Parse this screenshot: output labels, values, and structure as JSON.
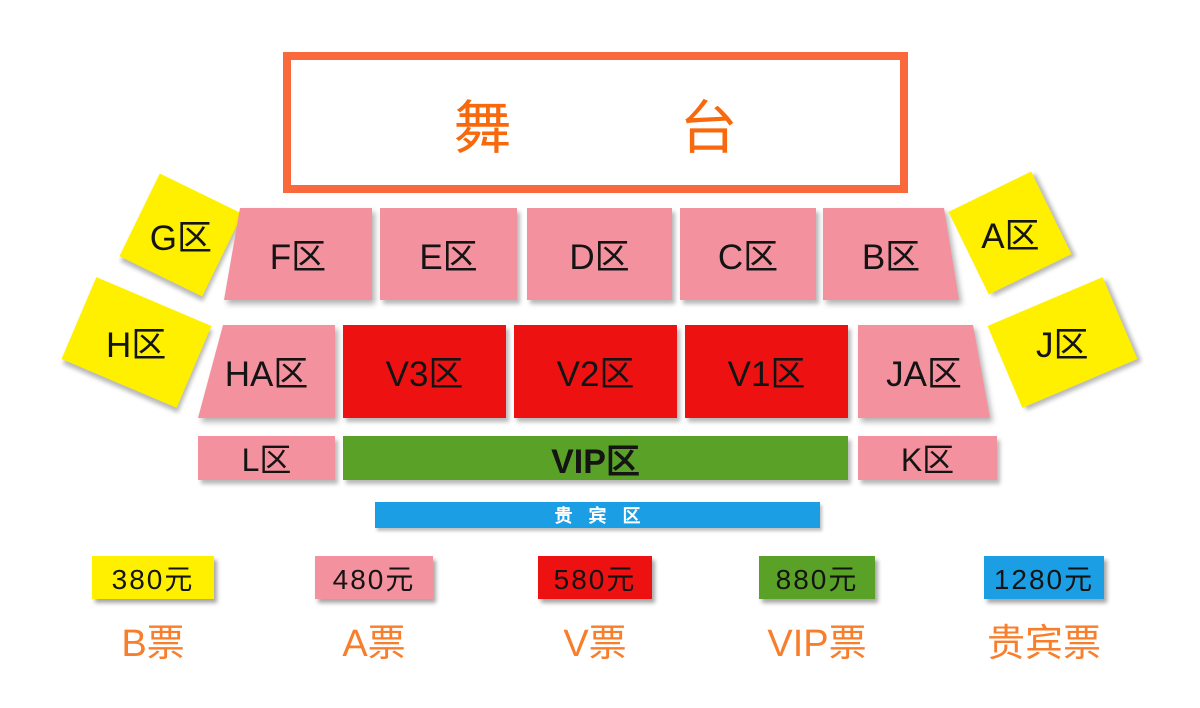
{
  "stage": {
    "label": "舞台"
  },
  "seating": {
    "row1": {
      "left_wing": "G区",
      "blocks": [
        "F区",
        "E区",
        "D区",
        "C区",
        "B区"
      ],
      "right_wing": "A区"
    },
    "row2": {
      "left_wing": "H区",
      "left_block": "HA区",
      "vip_blocks": [
        "V3区",
        "V2区",
        "V1区"
      ],
      "right_block": "JA区",
      "right_wing": "J区"
    },
    "row3": {
      "left_block": "L区",
      "center_block": "VIP区",
      "right_block": "K区"
    },
    "guest_bar": {
      "label": "贵宾区"
    }
  },
  "legend": {
    "items": [
      {
        "price": "380元",
        "ticket": "B票",
        "color": "#FFF000"
      },
      {
        "price": "480元",
        "ticket": "A票",
        "color": "#F4919F"
      },
      {
        "price": "580元",
        "ticket": "V票",
        "color": "#EE1111"
      },
      {
        "price": "880元",
        "ticket": "VIP票",
        "color": "#5AA128"
      },
      {
        "price": "1280元",
        "ticket": "贵宾票",
        "color": "#1C9EE4"
      }
    ]
  },
  "colors": {
    "stage_border": "#F9693C",
    "stage_text": "#F8680C",
    "zone_yellow": "#FFF000",
    "zone_pink": "#F4919F",
    "zone_red": "#EE1111",
    "zone_green": "#5AA128",
    "zone_blue": "#1C9EE4",
    "ticket_label_text": "#F87E2B",
    "section_text": "#141414",
    "guest_bar_text": "#FFFFFF"
  }
}
